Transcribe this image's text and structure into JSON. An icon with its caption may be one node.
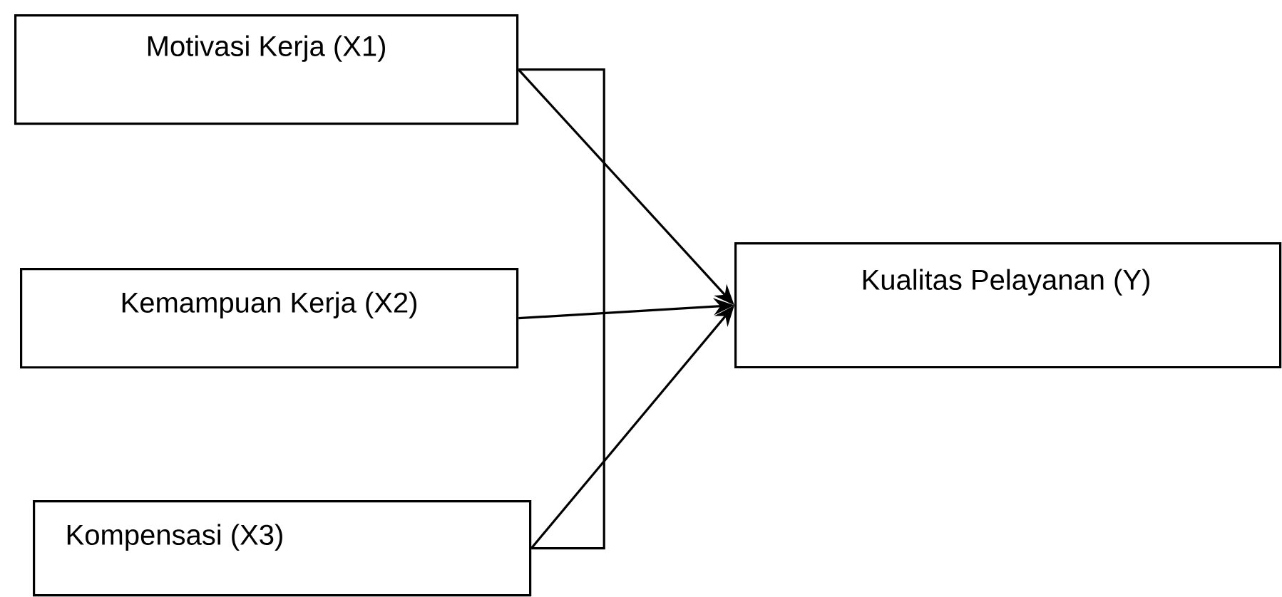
{
  "diagram": {
    "nodes": [
      {
        "text": [
          "Motivasi Kerja (X1)"
        ]
      },
      {
        "text": [
          "Kemampuan Kerja (X2)"
        ]
      },
      {
        "text": [
          "Kompensasi (X3)"
        ]
      },
      {
        "text": [
          "Kualitas Pelayanan (Y)"
        ]
      }
    ],
    "edges": [
      {
        "from": 0,
        "to": 3,
        "arrow": "to"
      },
      {
        "from": 1,
        "to": 3,
        "arrow": "to"
      },
      {
        "from": 2,
        "to": 3,
        "arrow": "to"
      },
      {
        "from": 0,
        "to": 2,
        "arrow": "none"
      }
    ]
  }
}
